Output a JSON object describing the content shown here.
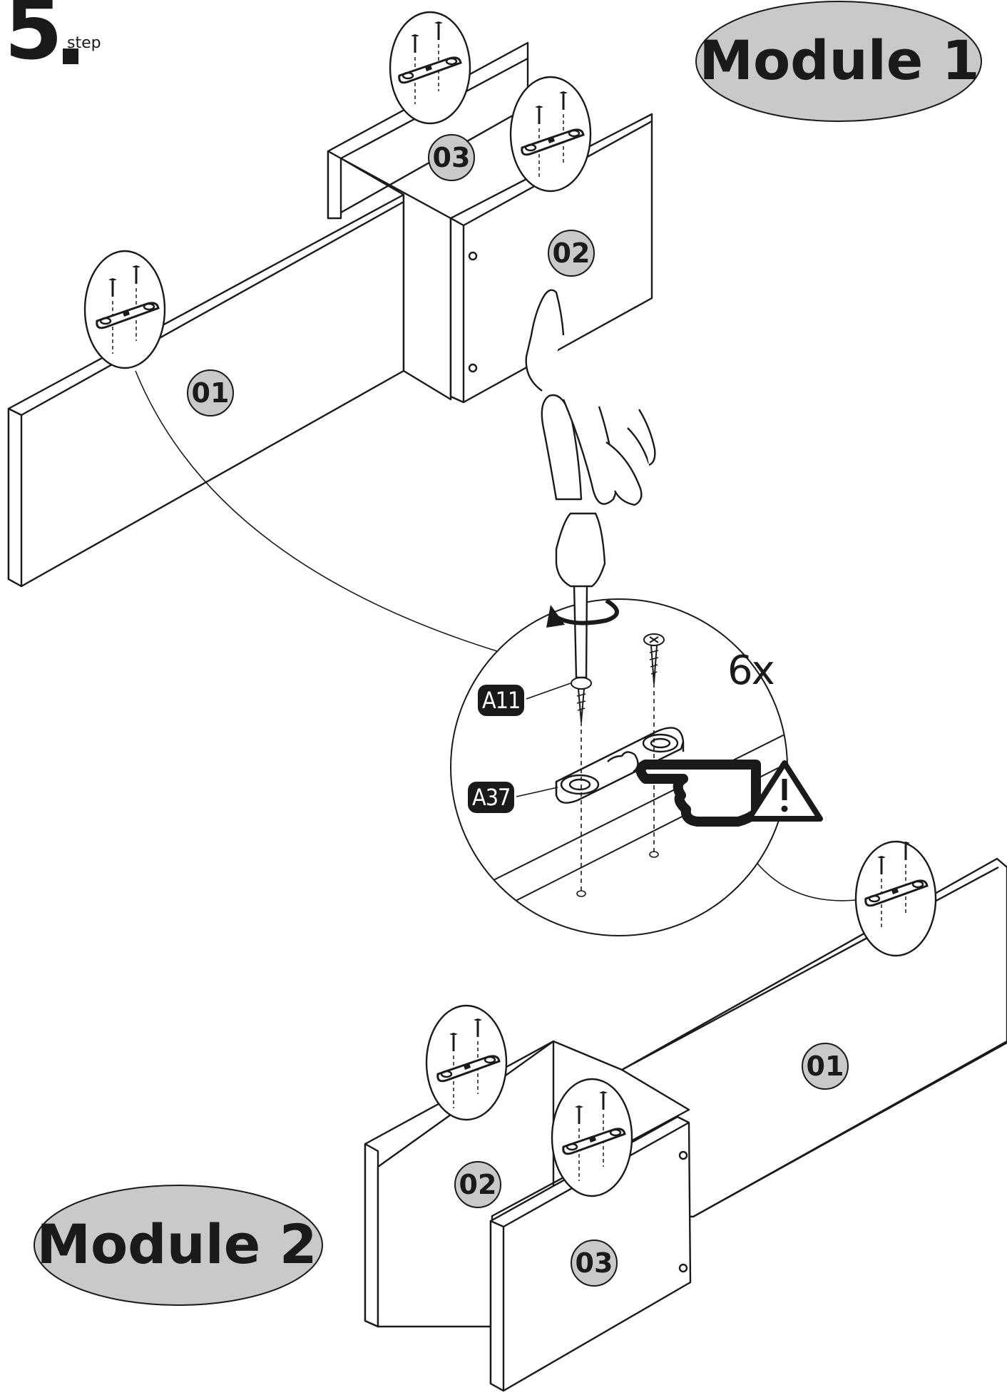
{
  "step": {
    "number": "5",
    "word": "step"
  },
  "modules": [
    {
      "label": "Module 1"
    },
    {
      "label": "Module 2"
    }
  ],
  "parts": {
    "m1": [
      "01",
      "02",
      "03"
    ],
    "m2": [
      "01",
      "02",
      "03"
    ]
  },
  "fittings": {
    "screw_code": "A11",
    "bracket_code": "A37",
    "quantity": "6x"
  },
  "icons": [
    "pointing-hand-icon",
    "warning-triangle-icon",
    "screwdriver-hand-icon",
    "rotate-arrow-icon",
    "screw-icon",
    "bracket-icon"
  ],
  "colors": {
    "badge_fill": "#c9c9c9",
    "line": "#1a1a1a",
    "code_badge": "#1a1a1a"
  }
}
